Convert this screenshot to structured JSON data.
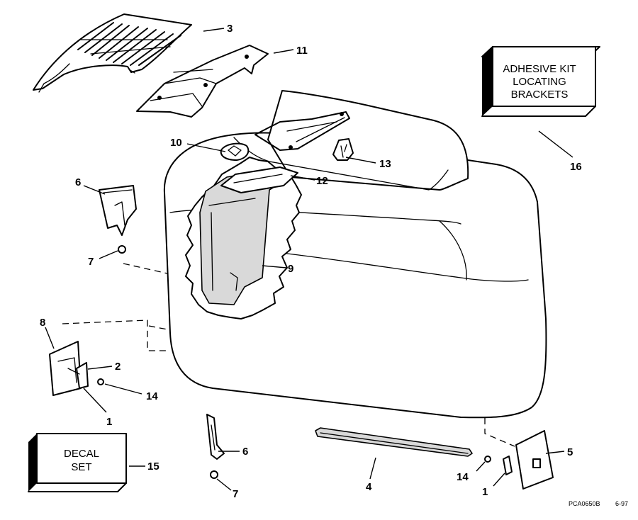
{
  "callouts": {
    "c1a": "1",
    "c1b": "1",
    "c2": "2",
    "c3": "3",
    "c4": "4",
    "c5": "5",
    "c6a": "6",
    "c6b": "6",
    "c7a": "7",
    "c7b": "7",
    "c8": "8",
    "c9": "9",
    "c10": "10",
    "c11": "11",
    "c12": "12",
    "c13": "13",
    "c14a": "14",
    "c14b": "14",
    "c15": "15",
    "c16": "16"
  },
  "adhesive_box": {
    "line1": "ADHESIVE KIT",
    "line2": "LOCATING",
    "line3": "BRACKETS"
  },
  "decal_box": {
    "line1": "DECAL",
    "line2": "SET"
  },
  "drawing_code": {
    "id": "PCA0650B",
    "date": "6-97"
  }
}
